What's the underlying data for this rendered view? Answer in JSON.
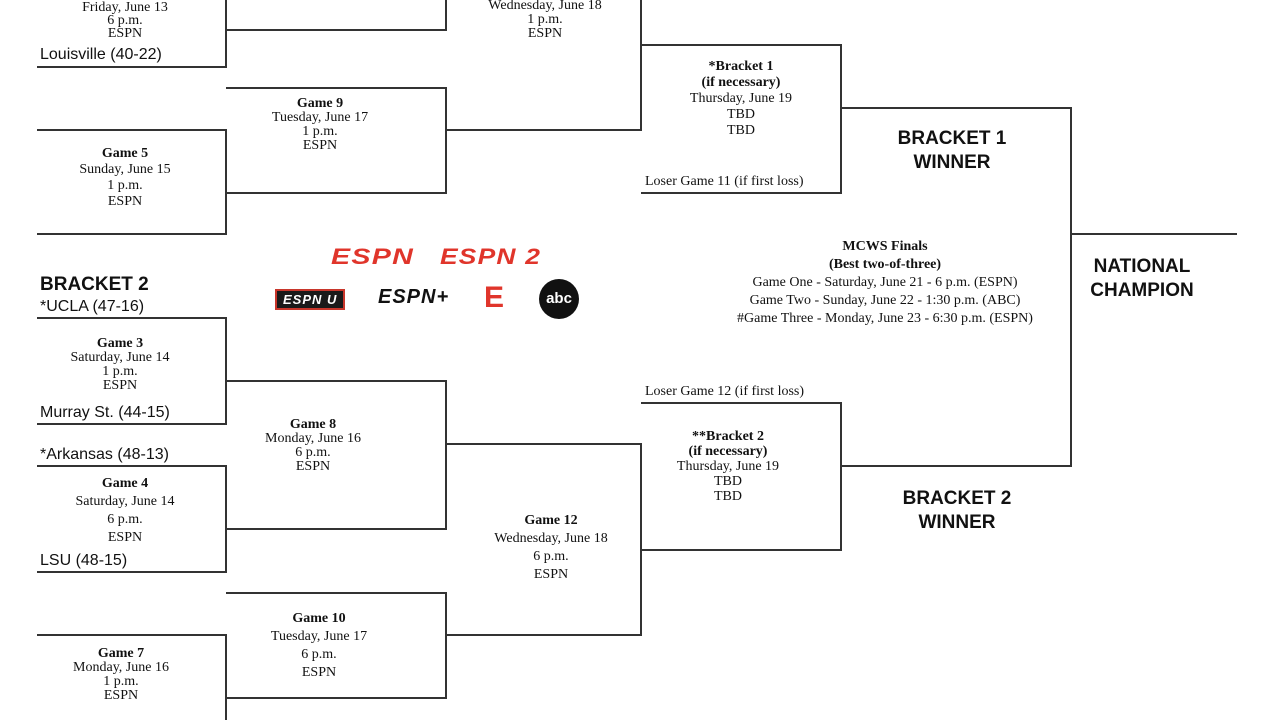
{
  "bracket1": {
    "top_left_game": {
      "date": "Friday, June 13",
      "time": "6 p.m.",
      "network": "ESPN"
    },
    "team_louisville": "Louisville (40-22)",
    "game5": {
      "title": "Game 5",
      "date": "Sunday, June 15",
      "time": "1 p.m.",
      "network": "ESPN"
    },
    "game9": {
      "title": "Game 9",
      "date": "Tuesday, June 17",
      "time": "1 p.m.",
      "network": "ESPN"
    },
    "game11": {
      "date": "Wednesday, June 18",
      "time": "1 p.m.",
      "network": "ESPN"
    },
    "if_necessary": {
      "title": "*Bracket 1",
      "subtitle": "(if necessary)",
      "date": "Thursday, June 19",
      "time": "TBD",
      "network": "TBD"
    },
    "loser_label": "Loser Game 11 (if first loss)",
    "winner_line1": "BRACKET 1",
    "winner_line2": "WINNER"
  },
  "bracket2": {
    "heading": "BRACKET 2",
    "teams": {
      "ucla": "*UCLA (47-16)",
      "murray": "Murray St. (44-15)",
      "arkansas": "*Arkansas (48-13)",
      "lsu": "LSU (48-15)"
    },
    "game3": {
      "title": "Game 3",
      "date": "Saturday, June 14",
      "time": "1 p.m.",
      "network": "ESPN"
    },
    "game4": {
      "title": "Game 4",
      "date": "Saturday, June 14",
      "time": "6 p.m.",
      "network": "ESPN"
    },
    "game7": {
      "title": "Game 7",
      "date": "Monday, June 16",
      "time": "1 p.m.",
      "network": "ESPN"
    },
    "game8": {
      "title": "Game 8",
      "date": "Monday, June 16",
      "time": "6 p.m.",
      "network": "ESPN"
    },
    "game10": {
      "title": "Game 10",
      "date": "Tuesday, June 17",
      "time": "6 p.m.",
      "network": "ESPN"
    },
    "game12": {
      "title": "Game 12",
      "date": "Wednesday, June 18",
      "time": "6 p.m.",
      "network": "ESPN"
    },
    "if_necessary": {
      "title": "**Bracket 2",
      "subtitle": "(if necessary)",
      "date": "Thursday, June 19",
      "time": "TBD",
      "network": "TBD"
    },
    "loser_label": "Loser Game 12 (if first loss)",
    "winner_line1": "BRACKET 2",
    "winner_line2": "WINNER"
  },
  "finals": {
    "title": "MCWS Finals",
    "subtitle": "(Best two-of-three)",
    "game_one": "Game One - Saturday, June 21 - 6 p.m. (ESPN)",
    "game_two": "Game Two - Sunday, June 22 - 1:30 p.m. (ABC)",
    "game_three": "#Game Three - Monday, June 23 - 6:30 p.m. (ESPN)"
  },
  "champion": {
    "line1": "NATIONAL",
    "line2": "CHAMPION"
  },
  "logos": {
    "espn": "ESPN",
    "espn2": "ESPN 2",
    "espnu": "ESPN U",
    "espnplus": "ESPN+",
    "espn_e": "E",
    "abc": "abc"
  },
  "colors": {
    "espn_red": "#e0352b",
    "line": "#333333"
  }
}
